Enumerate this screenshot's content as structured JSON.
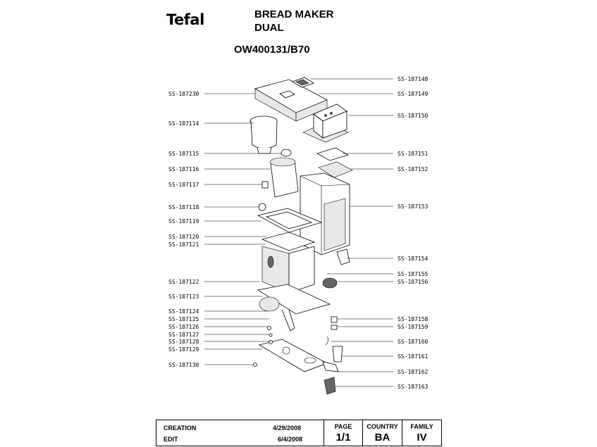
{
  "header": {
    "brand": "Tefal",
    "title_line1": "BREAD MAKER",
    "title_line2": "DUAL",
    "model": "OW400131/B70"
  },
  "part_labels": {
    "left": [
      "SS-187230",
      "SS-187114",
      "SS-187115",
      "SS-187116",
      "SS-187117",
      "SS-187118",
      "SS-187119",
      "SS-187120",
      "SS-187121",
      "SS-187122",
      "SS-187123",
      "SS-187124",
      "SS-187125",
      "SS-187126",
      "SS-187127",
      "SS-187128",
      "SS-187129",
      "SS-187130"
    ],
    "right": [
      "SS-187148",
      "SS-187149",
      "SS-187150",
      "SS-187151",
      "SS-187152",
      "SS-187153",
      "SS-187154",
      "SS-187155",
      "SS-187156",
      "SS-187158",
      "SS-187159",
      "SS-187160",
      "SS-187161",
      "SS-187162",
      "SS-187163"
    ]
  },
  "footer": {
    "creation_label": "CREATION",
    "creation_date": "4/29/2008",
    "edit_label": "EDIT",
    "edit_date": "6/4/2008",
    "page_label": "PAGE",
    "page_value": "1/1",
    "country_label": "COUNTRY",
    "country_value": "BA",
    "family_label": "FAMILY",
    "family_value": "IV"
  }
}
